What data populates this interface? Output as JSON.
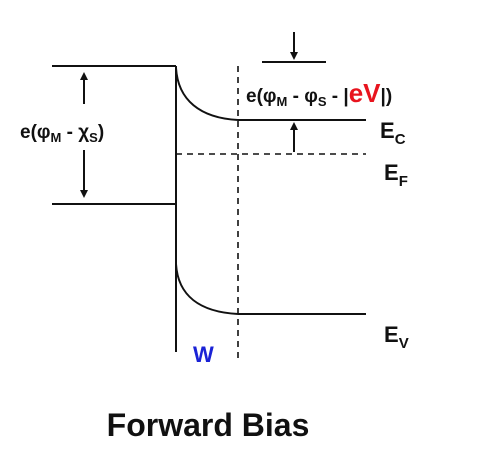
{
  "labels": {
    "barrier": {
      "prefix": "e(φ",
      "sub1": "M",
      "mid": " - χ",
      "sub2": "S",
      "suffix": ")"
    },
    "built_in": {
      "prefix": "e(φ",
      "sub1": "M",
      "mid": " - φ",
      "sub2": "S",
      "mid2": " - |",
      "ev": "eV",
      "suffix": "|)"
    },
    "ec": {
      "main": "E",
      "sub": "C"
    },
    "ef": {
      "main": "E",
      "sub": "F"
    },
    "ev_band": {
      "main": "E",
      "sub": "V"
    },
    "depletion": "W",
    "title": "Forward Bias"
  },
  "colors": {
    "ink": "#111111",
    "ev_highlight": "#e8141e",
    "w_label": "#1a22d6"
  }
}
